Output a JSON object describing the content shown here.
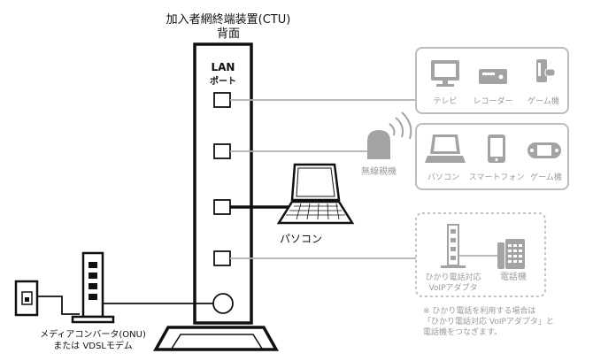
{
  "title": {
    "line1": "加入者網終端装置(CTU)",
    "line2": "背面"
  },
  "ctu": {
    "port_label_line1": "LAN",
    "port_label_line2": "ポート"
  },
  "devices_box1": {
    "items": [
      "テレビ",
      "レコーダー",
      "ゲーム機"
    ]
  },
  "wireless": {
    "label": "無線親機"
  },
  "devices_box2": {
    "items": [
      "パソコン",
      "スマートフォン",
      "ゲーム機"
    ]
  },
  "laptop": {
    "label": "パソコン"
  },
  "adapter_box": {
    "adapter_line1": "ひかり電話対応",
    "adapter_line2": "VoIPアダプタ",
    "phone_label": "電話機"
  },
  "note": {
    "line1": "※ ひかり電話を利用する場合は",
    "line2": "「ひかり電話対応 VoIPアダプタ」と",
    "line3": "電話機をつなぎます。"
  },
  "onu": {
    "label_line1": "メディアコンバータ(ONU)",
    "label_line2": "または VDSLモデム"
  },
  "colors": {
    "dark": "#111111",
    "gray": "#9a9a9a",
    "light_gray": "#c8c8c8"
  }
}
